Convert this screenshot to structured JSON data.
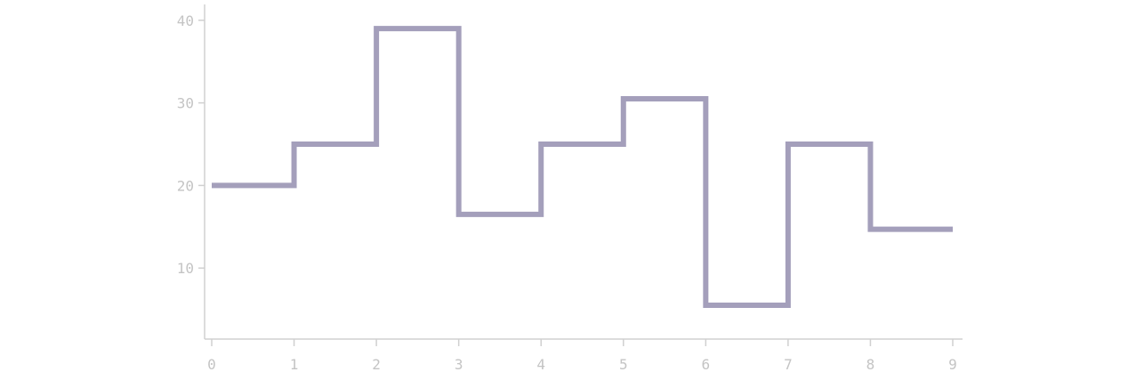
{
  "chart_data": {
    "type": "line",
    "step": true,
    "step_position": "after",
    "title": "",
    "xlabel": "",
    "ylabel": "",
    "x": [
      0,
      1,
      2,
      3,
      4,
      5,
      6,
      7,
      8,
      9
    ],
    "series": [
      {
        "values": [
          20,
          25,
          39,
          16.5,
          25,
          30.5,
          5.5,
          25,
          14.7,
          14.7
        ],
        "color": "#a49fbb"
      }
    ],
    "xlim": [
      0,
      9
    ],
    "ylim": [
      0,
      42
    ],
    "x_ticks": [
      "0",
      "1",
      "2",
      "3",
      "4",
      "5",
      "6",
      "7",
      "8",
      "9"
    ],
    "y_ticks": [
      "10",
      "20",
      "30",
      "40"
    ],
    "grid": false,
    "legend": "none"
  }
}
